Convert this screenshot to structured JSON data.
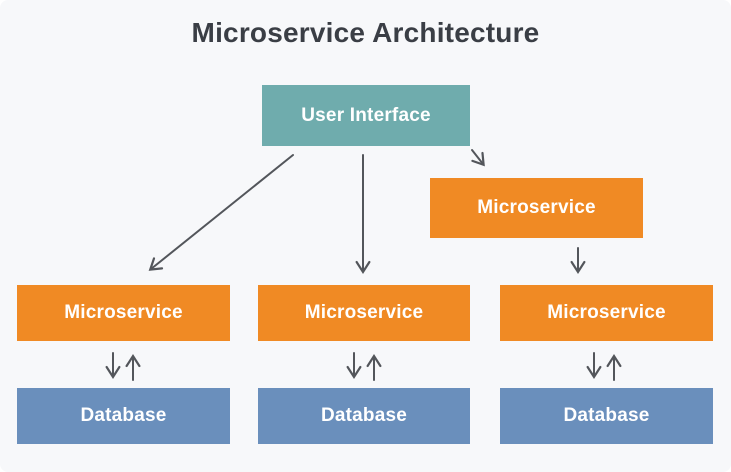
{
  "title": "Microservice Architecture",
  "colors": {
    "background": "#F7F8FA",
    "user_interface_box": "#6FACAD",
    "microservice_box": "#F08A24",
    "database_box": "#6A8FBC",
    "arrow": "#53565B",
    "title_text": "#3A3E45",
    "box_text": "#FFFFFF"
  },
  "nodes": {
    "user_interface": {
      "label": "User Interface"
    },
    "microservice_top": {
      "label": "Microservice"
    },
    "microservice_1": {
      "label": "Microservice"
    },
    "microservice_2": {
      "label": "Microservice"
    },
    "microservice_3": {
      "label": "Microservice"
    },
    "database_1": {
      "label": "Database"
    },
    "database_2": {
      "label": "Database"
    },
    "database_3": {
      "label": "Database"
    }
  },
  "edges": [
    {
      "from": "user_interface",
      "to": "microservice_1",
      "direction": "one-way"
    },
    {
      "from": "user_interface",
      "to": "microservice_2",
      "direction": "one-way"
    },
    {
      "from": "user_interface",
      "to": "microservice_top",
      "direction": "one-way"
    },
    {
      "from": "microservice_top",
      "to": "microservice_3",
      "direction": "one-way"
    },
    {
      "from": "microservice_1",
      "to": "database_1",
      "direction": "two-way"
    },
    {
      "from": "microservice_2",
      "to": "database_2",
      "direction": "two-way"
    },
    {
      "from": "microservice_3",
      "to": "database_3",
      "direction": "two-way"
    }
  ]
}
